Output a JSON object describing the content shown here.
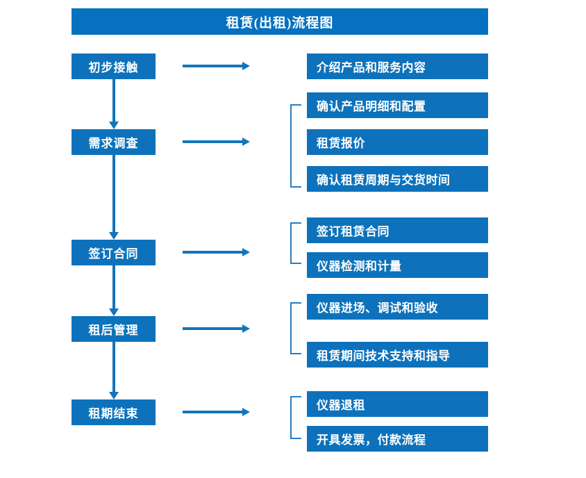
{
  "diagram": {
    "title": "租赁(出租)流程图",
    "colors": {
      "title_bar": "#0571bf",
      "box_fill": "#0d72bb",
      "arrow": "#1274bc",
      "bracket": "#2b7cc0",
      "box_text": "#ffffff",
      "background": "#ffffff"
    },
    "stages": [
      {
        "label": "初步接触",
        "details": [
          "介绍产品和服务内容"
        ],
        "has_bracket": false
      },
      {
        "label": "需求调查",
        "details": [
          "确认产品明细和配置",
          "租赁报价",
          "确认租赁周期与交货时间"
        ],
        "has_bracket": true
      },
      {
        "label": "签订合同",
        "details": [
          "签订租赁合同",
          "仪器检测和计量"
        ],
        "has_bracket": true
      },
      {
        "label": "租后管理",
        "details": [
          "仪器进场、调试和验收",
          "租赁期间技术支持和指导"
        ],
        "has_bracket": true
      },
      {
        "label": "租期结束",
        "details": [
          "仪器退租",
          "开具发票，付款流程"
        ],
        "has_bracket": true
      }
    ],
    "flow_arrows": {
      "vertical_count": 4,
      "horizontal_count": 5,
      "direction": "down-then-right"
    }
  }
}
